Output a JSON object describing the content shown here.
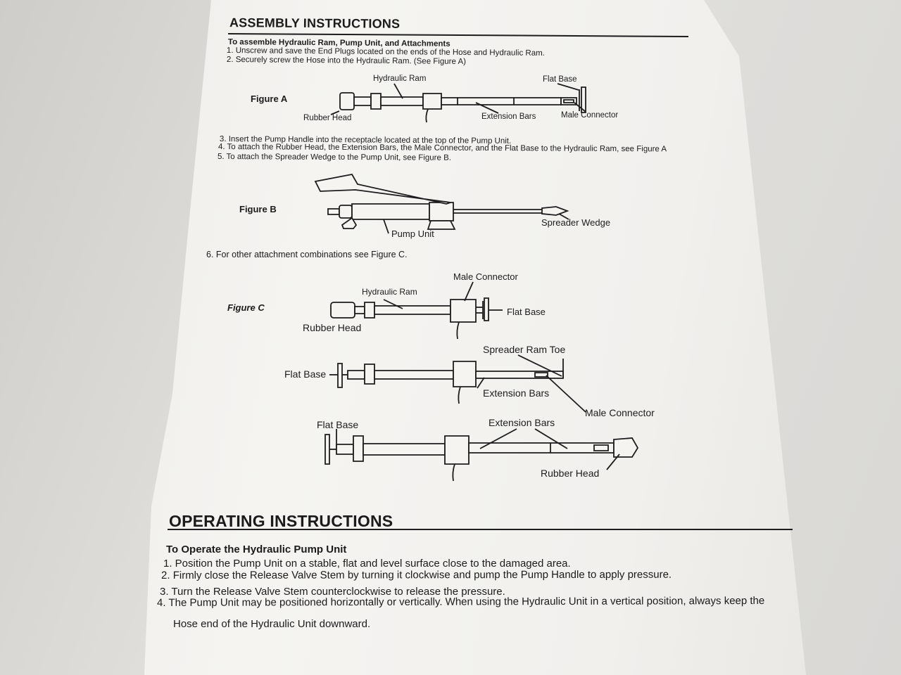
{
  "assembly": {
    "title": "ASSEMBLY INSTRUCTIONS",
    "subtitle": "To assemble Hydraulic Ram, Pump Unit, and Attachments",
    "steps": [
      "1.  Unscrew and save the End Plugs located on the ends of the Hose and Hydraulic Ram.",
      "2.  Securely screw the Hose into the Hydraulic Ram. (See Figure A)",
      "3.  Insert the Pump Handle into the receptacle located at the top of the Pump Unit.",
      "4.  To attach the Rubber Head, the Extension Bars, the Male Connector, and the Flat Base to the Hydraulic Ram, see Figure A",
      "5.  To attach the Spreader Wedge to the Pump Unit, see Figure B.",
      "6.  For other attachment combinations see Figure C."
    ]
  },
  "figures": {
    "a": {
      "title": "Figure A",
      "labels": {
        "hydraulic_ram": "Hydraulic Ram",
        "flat_base": "Flat Base",
        "rubber_head": "Rubber Head",
        "extension_bars": "Extension Bars",
        "male_connector": "Male Connector"
      }
    },
    "b": {
      "title": "Figure B",
      "labels": {
        "pump_unit": "Pump Unit",
        "spreader_wedge": "Spreader Wedge"
      }
    },
    "c": {
      "title": "Figure C",
      "config1": {
        "male_connector": "Male Connector",
        "hydraulic_ram": "Hydraulic Ram",
        "flat_base": "Flat Base",
        "rubber_head": "Rubber Head"
      },
      "config2": {
        "spreader_ram_toe": "Spreader Ram Toe",
        "flat_base": "Flat Base",
        "extension_bars": "Extension Bars",
        "male_connector": "Male Connector"
      },
      "config3": {
        "flat_base": "Flat Base",
        "extension_bars": "Extension Bars",
        "rubber_head": "Rubber Head"
      }
    }
  },
  "operating": {
    "title": "OPERATING INSTRUCTIONS",
    "subtitle": "To Operate the Hydraulic Pump Unit",
    "steps": [
      "1.  Position the Pump Unit on a stable, flat and level surface close to the damaged area.",
      "2.  Firmly close the Release Valve Stem by turning it clockwise and pump the Pump Handle to apply pressure.",
      "3.  Turn the Release Valve Stem counterclockwise to release the pressure.",
      "4.  The Pump Unit may be positioned horizontally or vertically. When using the Hydraulic Unit in a vertical position, always keep the",
      "Hose end of the Hydraulic Unit downward."
    ]
  }
}
